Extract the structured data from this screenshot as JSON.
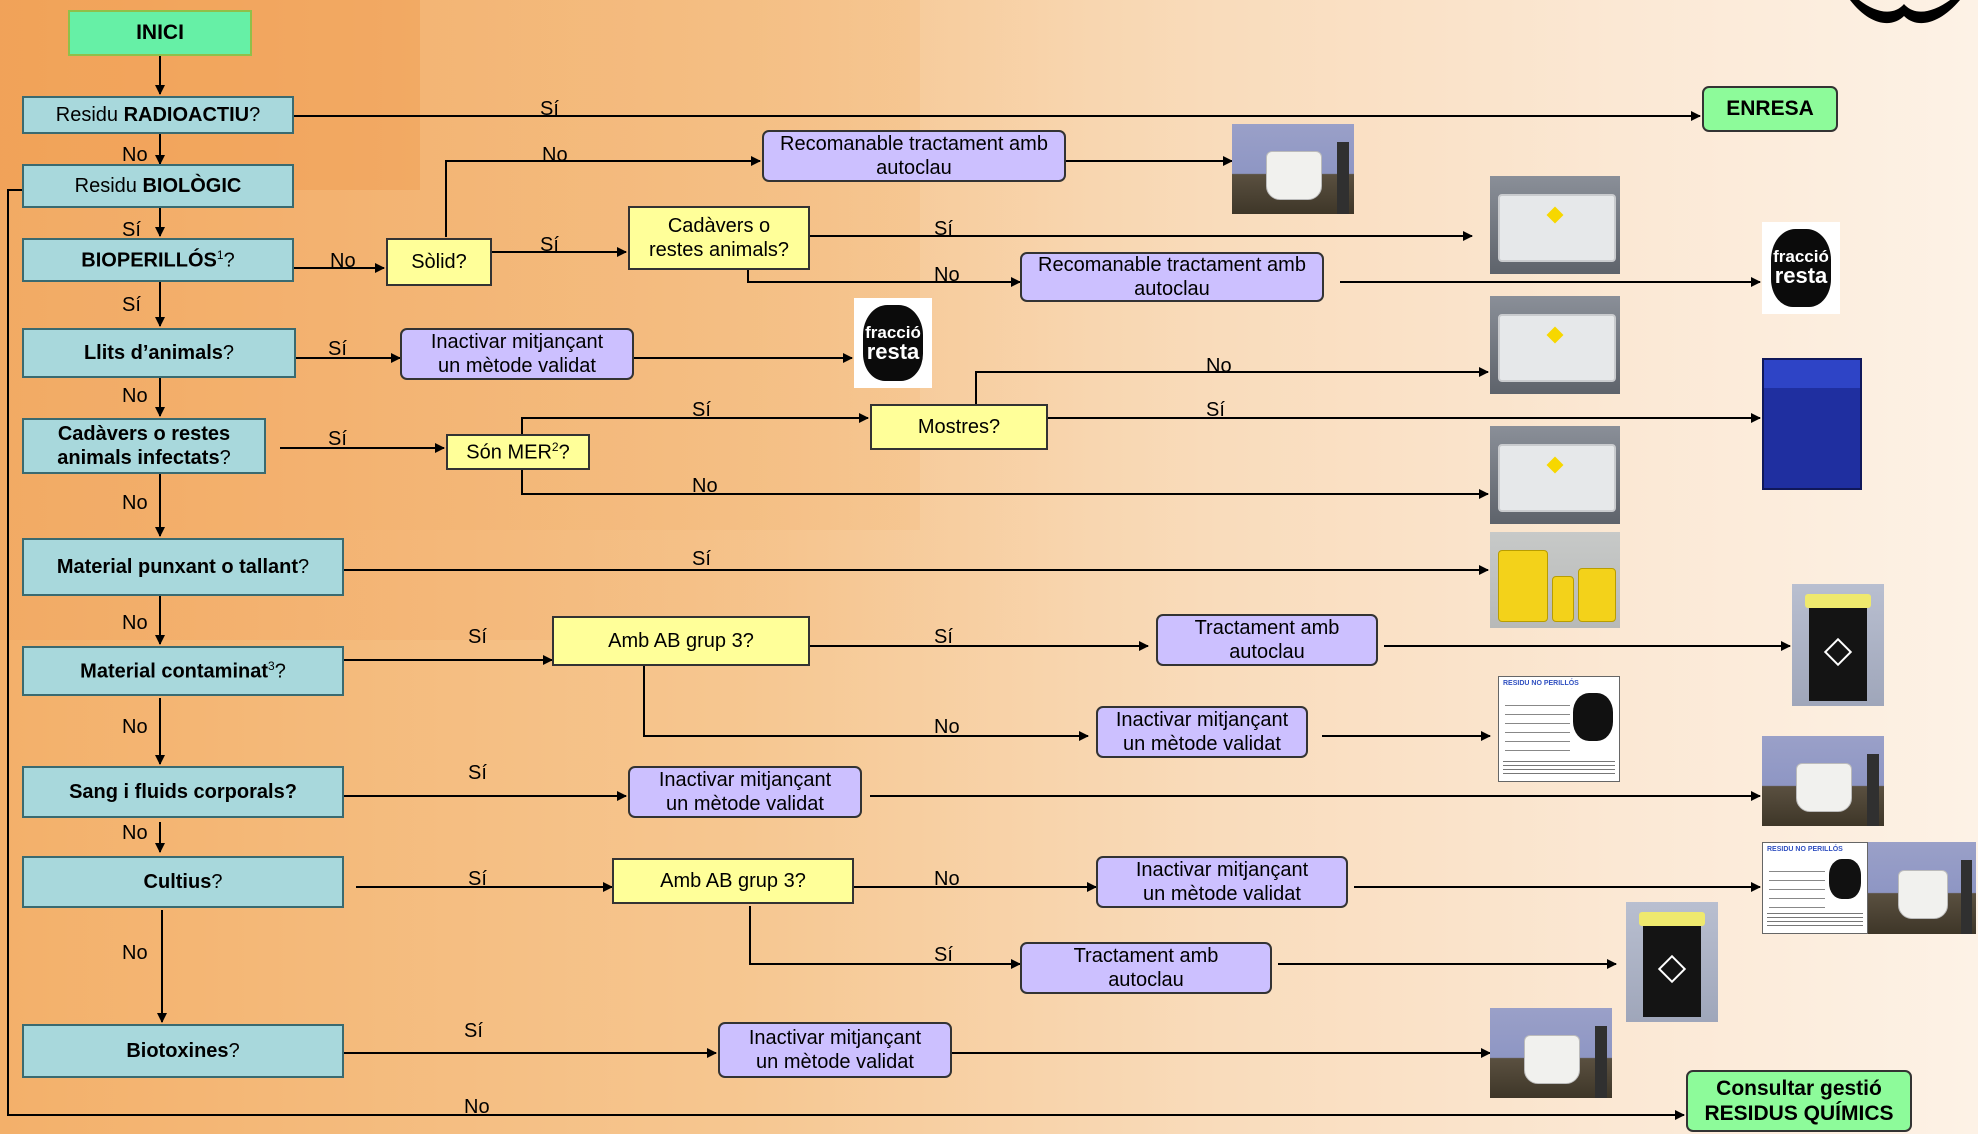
{
  "start": "INICI",
  "questions": {
    "radioactiu": {
      "pre": "Residu ",
      "bold": "RADIOACTIU",
      "post": "?"
    },
    "biologic": {
      "pre": "Residu ",
      "bold": "BIOLÒGIC",
      "post": ""
    },
    "bioperillos": {
      "bold": "BIOPERILLÓS",
      "sup": "1",
      "post": "?"
    },
    "llits": {
      "bold": "Llits d’animals",
      "post": "?"
    },
    "cadavers": {
      "line1": "Cadàvers o restes",
      "line2": "animals infectats",
      "post": "?"
    },
    "punxant": {
      "bold": "Material punxant o tallant",
      "post": "?"
    },
    "contaminat": {
      "bold": "Material contaminat",
      "sup": "3",
      "post": "?"
    },
    "sang": {
      "bold": "Sang i fluids corporals?"
    },
    "cultius": {
      "bold": "Cultius",
      "post": "?"
    },
    "biotoxines": {
      "bold": "Biotoxines",
      "post": "?"
    }
  },
  "decisions": {
    "solid": "Sòlid?",
    "cadavers_restes": {
      "line1": "Cadàvers o",
      "line2": "restes animals?"
    },
    "son_mer": {
      "pre": "Són MER",
      "sup": "2",
      "post": "?"
    },
    "mostres": "Mostres?",
    "ab_grup3_a": "Amb AB grup 3?",
    "ab_grup3_b": "Amb AB grup 3?"
  },
  "actions": {
    "autoclau_rec_1": {
      "line1": "Recomanable tractament amb",
      "line2": "autoclau"
    },
    "autoclau_rec_2": {
      "line1": "Recomanable tractament amb",
      "line2": "autoclau"
    },
    "inactivar_1": {
      "line1": "Inactivar mitjançant",
      "line2": "un mètode validat"
    },
    "tractament_1": {
      "line1": "Tractament amb",
      "line2": "autoclau"
    },
    "inactivar_2": {
      "line1": "Inactivar mitjançant",
      "line2": "un mètode validat"
    },
    "inactivar_3": {
      "line1": "Inactivar mitjançant",
      "line2": "un mètode validat"
    },
    "inactivar_4": {
      "line1": "Inactivar mitjançant",
      "line2": "un mètode validat"
    },
    "tractament_2": {
      "line1": "Tractament amb",
      "line2": "autoclau"
    },
    "inactivar_5": {
      "line1": "Inactivar mitjançant",
      "line2": "un mètode validat"
    }
  },
  "outcomes": {
    "enresa": "ENRESA",
    "quimics": {
      "line1": "Consultar gestió",
      "line2": "RESIDUS QUÍMICS"
    }
  },
  "edge_labels": {
    "yes": "Sí",
    "no": "No"
  },
  "bag_label": {
    "line1": "fracció",
    "line2": "resta"
  },
  "doc_label": "RESIDU NO PERILLÓS",
  "images": [
    "toilet-photo",
    "cart-photo",
    "fraccio-resta-bag",
    "blue-bin-photo",
    "yellow-sharps-containers",
    "black-bin-photo",
    "residu-no-perillos-label"
  ]
}
